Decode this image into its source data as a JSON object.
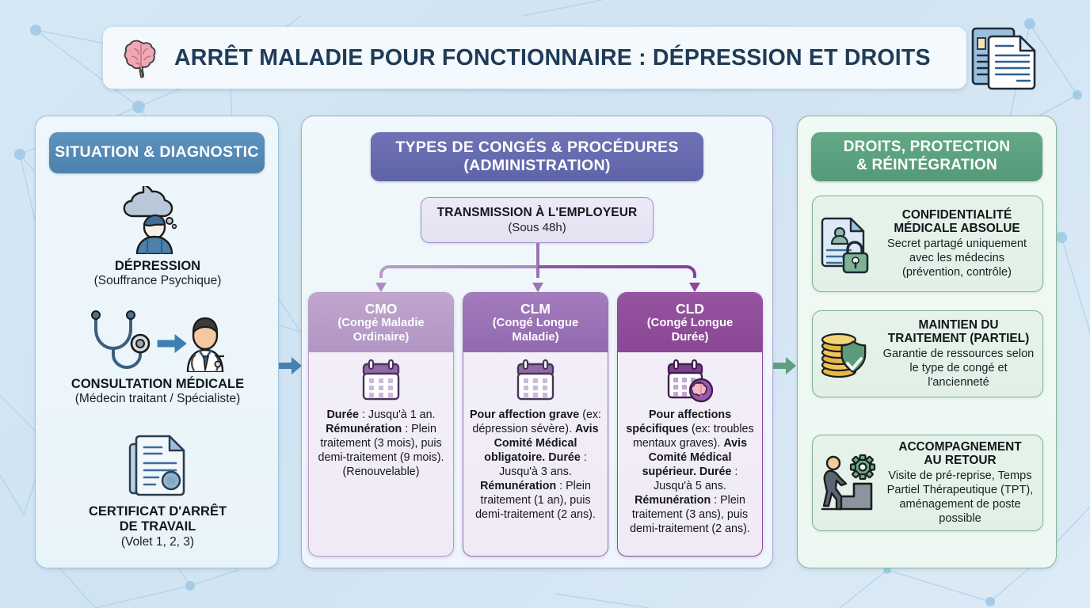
{
  "header": {
    "title": "ARRÊT MALADIE POUR FONCTIONNAIRE : DÉPRESSION ET DROITS",
    "brain_icon": "brain-icon",
    "docs_icon": "documents-icon",
    "title_color": "#1f3b57"
  },
  "columns": {
    "left": {
      "heading": "SITUATION & DIAGNOSTIC",
      "accent": "#4d82ae",
      "items": [
        {
          "icon": "depressed-person-icon",
          "title": "DÉPRESSION",
          "subtitle": "(Souffrance Psychique)"
        },
        {
          "icon": "stethoscope-doctor-icon",
          "title": "CONSULTATION MÉDICALE",
          "subtitle": "(Médecin traitant / Spécialiste)"
        },
        {
          "icon": "medical-certificate-icon",
          "title_line1": "CERTIFICAT D'ARRÊT",
          "title_line2": "DE TRAVAIL",
          "subtitle": "(Volet 1, 2, 3)"
        }
      ]
    },
    "middle": {
      "heading_line1": "TYPES DE CONGÉS & PROCÉDURES",
      "heading_line2": "(ADMINISTRATION)",
      "accent": "#5f63a8",
      "transmission": {
        "title": "TRANSMISSION À L'EMPLOYEUR",
        "subtitle": "(Sous 48h)"
      },
      "cards": [
        {
          "abbr": "CMO",
          "full_line1": "(Congé Maladie",
          "full_line2": "Ordinaire)",
          "header_color": "#b195c3",
          "icon": "calendar-icon",
          "body": [
            {
              "bold": "Durée",
              "text": " : Jusqu'à 1 an."
            },
            {
              "bold": "Rémunération",
              "text": " : Plein traitement (3 mois), puis demi-traitement (9 mois). (Renouvelable)"
            }
          ]
        },
        {
          "abbr": "CLM",
          "full_line1": "(Congé Longue",
          "full_line2": "Maladie)",
          "header_color": "#9269ae",
          "icon": "calendar-icon",
          "body": [
            {
              "bold": "Pour affection grave",
              "text": " (ex: dépression sévère)."
            },
            {
              "bold": "Avis Comité Médical obligatoire.",
              "text": ""
            },
            {
              "bold": "Durée",
              "text": " : Jusqu'à 3 ans."
            },
            {
              "bold": "Rémunération",
              "text": " : Plein traitement (1 an), puis demi-traitement (2 ans)."
            }
          ]
        },
        {
          "abbr": "CLD",
          "full_line1": "(Congé Longue",
          "full_line2": "Durée)",
          "header_color": "#894795",
          "icon": "calendar-brain-icon",
          "body": [
            {
              "bold": "Pour affections spécifiques",
              "text": " (ex: troubles mentaux graves)."
            },
            {
              "bold": "Avis Comité Médical supérieur.",
              "text": ""
            },
            {
              "bold": "Durée",
              "text": " : Jusqu'à 5 ans."
            },
            {
              "bold": "Rémunération",
              "text": " : Plein traitement (3 ans), puis demi-traitement (2 ans)."
            }
          ]
        }
      ]
    },
    "right": {
      "heading_line1": "DROITS, PROTECTION",
      "heading_line2": "& RÉINTÉGRATION",
      "accent": "#559a78",
      "items": [
        {
          "icon": "confidential-document-lock-icon",
          "title_line1": "CONFIDENTIALITÉ",
          "title_line2": "MÉDICALE ABSOLUE",
          "subtitle": "Secret partagé uniquement avec les médecins (prévention, contrôle)"
        },
        {
          "icon": "coins-shield-icon",
          "title_line1": "MAINTIEN DU",
          "title_line2": "TRAITEMENT (PARTIEL)",
          "subtitle": "Garantie de ressources selon le type de congé et l'ancienneté"
        },
        {
          "icon": "person-stairs-gear-icon",
          "title_line1": "ACCOMPAGNEMENT",
          "title_line2": "AU RETOUR",
          "subtitle": "Visite de pré-reprise, Temps Partiel Thérapeutique (TPT), aménagement de poste possible"
        }
      ]
    }
  },
  "flow": {
    "arrow_left_to_middle": "arrow-right-icon",
    "arrow_middle_to_right": "arrow-right-icon",
    "left_arrow_color": "#4a80ad",
    "right_arrow_color": "#5f9e80"
  }
}
